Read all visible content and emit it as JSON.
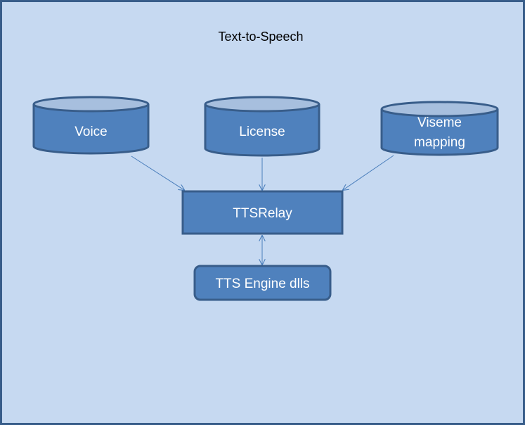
{
  "title": "Text-to-Speech",
  "nodes": {
    "voice": "Voice",
    "license": "License",
    "viseme_line1": "Viseme",
    "viseme_line2": "mapping",
    "relay": "TTSRelay",
    "engine": "TTS Engine dlls"
  },
  "colors": {
    "background": "#c6d9f1",
    "frame": "#385d8a",
    "shape_fill": "#4f81bd",
    "shape_top": "#a7bfde",
    "shape_stroke": "#385d8a",
    "connector": "#4a7ebb"
  }
}
